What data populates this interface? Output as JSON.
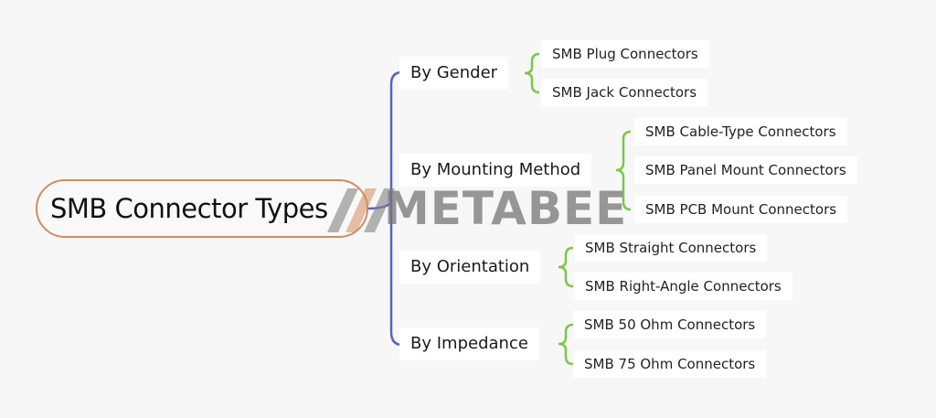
{
  "root": {
    "label": "SMB Connector Types"
  },
  "categories": [
    {
      "label": "By Gender",
      "children": [
        "SMB Plug Connectors",
        "SMB Jack Connectors"
      ]
    },
    {
      "label": "By Mounting Method",
      "children": [
        "SMB Cable-Type Connectors",
        "SMB Panel Mount Connectors",
        "SMB PCB Mount Connectors"
      ]
    },
    {
      "label": "By Orientation",
      "children": [
        "SMB Straight Connectors",
        "SMB Right-Angle Connectors"
      ]
    },
    {
      "label": "By Impedance",
      "children": [
        "SMB 50 Ohm Connectors",
        "SMB 75 Ohm Connectors"
      ]
    }
  ],
  "watermark": {
    "text": "METABEE"
  },
  "colors": {
    "root_border": "#d58a5f",
    "trunk": "#5563c8",
    "brace": "#7cc64a",
    "watermark": "#8a8a8a"
  }
}
